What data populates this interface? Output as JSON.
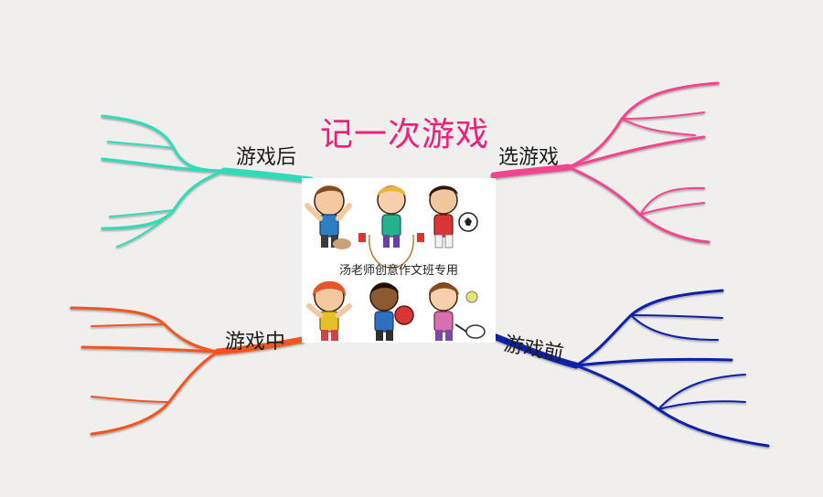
{
  "title": "记一次游戏",
  "center": {
    "caption": "汤老师创意作文班专用",
    "illustration": "six-cartoon-children-playing-sports"
  },
  "branches": [
    {
      "id": "after",
      "label": "游戏后",
      "color": "#2fdcb8"
    },
    {
      "id": "choose",
      "label": "选游戏",
      "color": "#f2448f"
    },
    {
      "id": "during",
      "label": "游戏中",
      "color": "#f2571f"
    },
    {
      "id": "before",
      "label": "游戏前",
      "color": "#0a22a8"
    }
  ]
}
